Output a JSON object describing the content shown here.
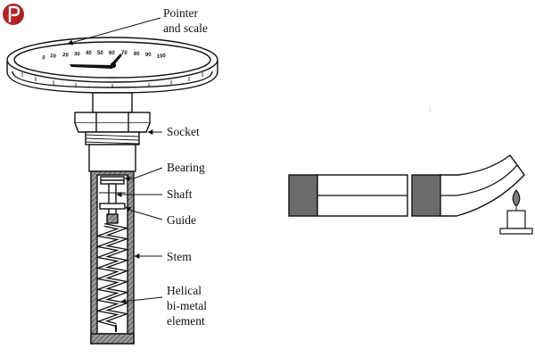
{
  "logo": {
    "icon": "p-logo-icon",
    "color": "#b22222"
  },
  "labels": {
    "pointer": [
      "Pointer",
      "and scale"
    ],
    "socket": "Socket",
    "bearing": "Bearing",
    "shaft": "Shaft",
    "guide": "Guide",
    "stem": "Stem",
    "helical": [
      "Helical",
      "bi-metal",
      "element"
    ]
  },
  "scale_ticks": [
    "0",
    "10",
    "20",
    "30",
    "40",
    "50",
    "60",
    "70",
    "80",
    "90",
    "100"
  ],
  "colors": {
    "strip_end": "#6b6b6b",
    "line": "#111111",
    "flame": "#7d7d7d"
  }
}
